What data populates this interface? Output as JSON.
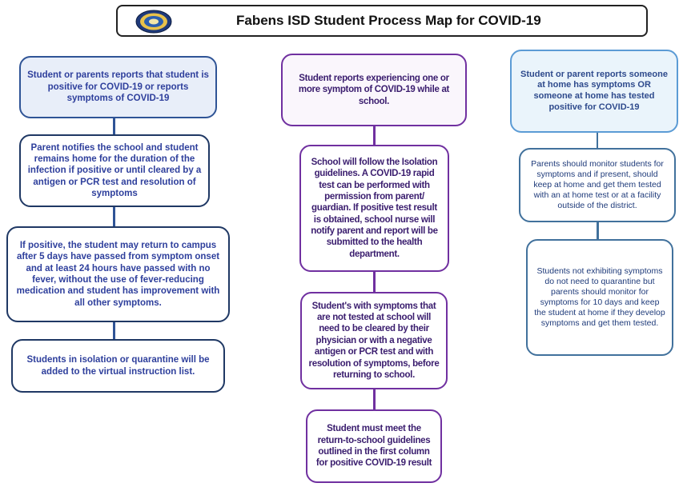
{
  "header": {
    "title": "Fabens ISD Student Process Map for COVID-19"
  },
  "column1": {
    "boxes": [
      "Student or parents reports that student is positive for COVID-19 or reports symptoms of COVID-19",
      "Parent notifies the school and student remains home for the duration of the infection if positive or until cleared by a antigen or PCR test and resolution of symptoms",
      "If positive, the student may return to campus after 5 days have passed from symptom onset and at least 24 hours have passed with no fever, without the use of fever-reducing medication and student has improvement with all other symptoms.",
      "Students in isolation or quarantine will be added to the virtual instruction list."
    ]
  },
  "column2": {
    "boxes": [
      "Student reports experiencing one or more symptom of COVID-19 while at school.",
      "School will follow the Isolation guidelines. A COVID-19 rapid test can be performed with permission from parent/ guardian. If positive test result is obtained, school nurse will notify parent and report will be submitted to the health department.",
      "Student's with symptoms that are not tested at school will need to be cleared by their physician or with a negative antigen or PCR test and with resolution of symptoms, before returning to school.",
      "Student must meet the return-to-school guidelines outlined in the first column for positive COVID-19 result"
    ]
  },
  "column3": {
    "boxes": [
      "Student or parent reports someone at home has symptoms OR someone at home has tested positive for COVID-19",
      "Parents should monitor students for symptoms and if present, should keep at home and get them tested with an at home test or at a facility outside of the district.",
      "Students not exhibiting symptoms do not need to quarantine but parents should monitor for symptoms for 10 days and keep the student at home if they develop symptoms and get them tested."
    ]
  },
  "colors": {
    "column1_border": "#1f3864",
    "column1_text": "#2e3f9c",
    "column2_border": "#7030a0",
    "column3_border": "#41719c",
    "column3_top_fill": "#eaf4fb"
  }
}
